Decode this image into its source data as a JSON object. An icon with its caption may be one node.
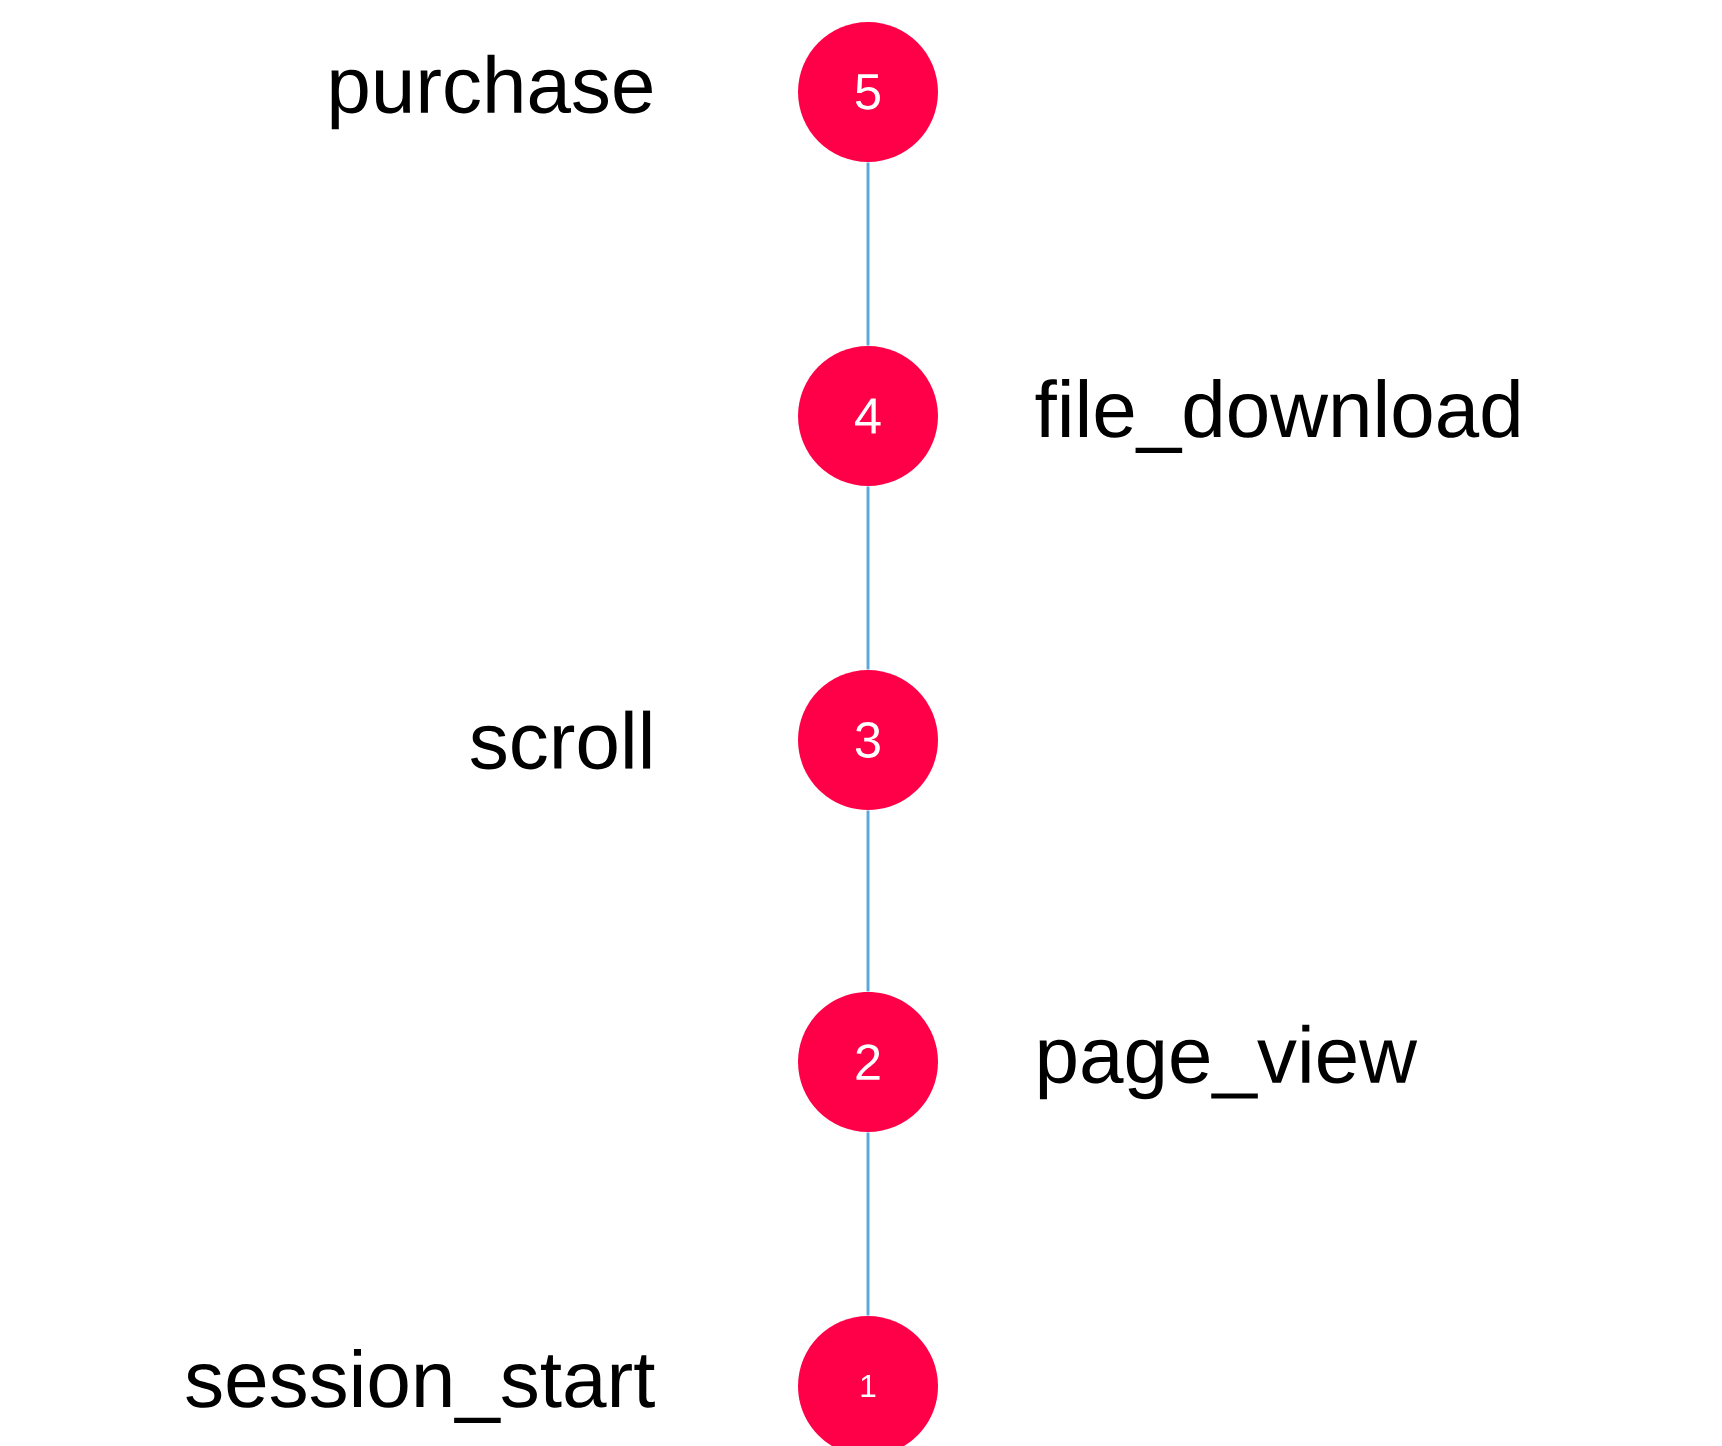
{
  "diagram": {
    "nodes": [
      {
        "text": [
          "5"
        ],
        "beside": [
          "purchase"
        ]
      },
      {
        "text": [
          "4"
        ],
        "beside": [
          "file_download"
        ]
      },
      {
        "text": [
          "3"
        ],
        "beside": [
          "scroll"
        ]
      },
      {
        "text": [
          "2"
        ],
        "beside": [
          "page_view"
        ]
      },
      {
        "text": [
          "1"
        ],
        "beside": [
          "session_start"
        ]
      }
    ],
    "edges": [
      {
        "from": 1,
        "to": 0,
        "arrow": "none"
      },
      {
        "from": 2,
        "to": 1,
        "arrow": "none"
      },
      {
        "from": 3,
        "to": 2,
        "arrow": "none"
      },
      {
        "from": 4,
        "to": 3,
        "arrow": "none"
      }
    ]
  }
}
